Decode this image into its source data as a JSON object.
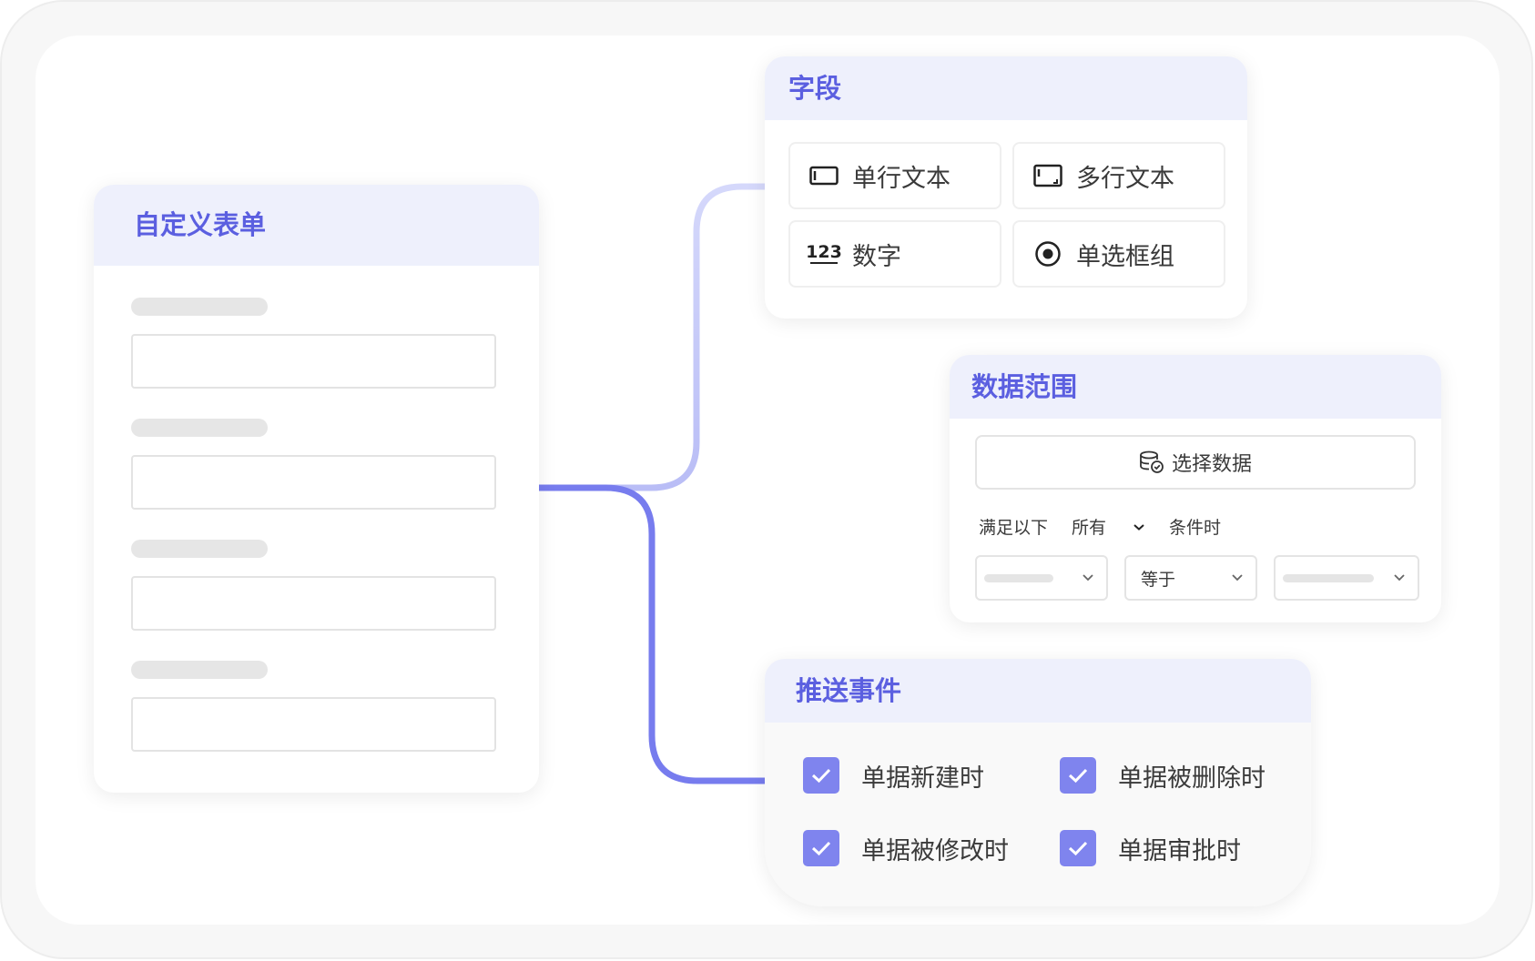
{
  "form": {
    "title": "自定义表单"
  },
  "fields": {
    "title": "字段",
    "items": [
      {
        "label": "单行文本",
        "icon": "single-line-text-icon"
      },
      {
        "label": "多行文本",
        "icon": "multi-line-text-icon"
      },
      {
        "label": "数字",
        "icon": "number-icon",
        "icon_text": "123"
      },
      {
        "label": "单选框组",
        "icon": "radio-group-icon"
      }
    ]
  },
  "scope": {
    "title": "数据范围",
    "select_label": "选择数据",
    "condition_prefix": "满足以下",
    "condition_mode": "所有",
    "condition_suffix": "条件时",
    "operator": "等于"
  },
  "events": {
    "title": "推送事件",
    "items": [
      {
        "label": "单据新建时",
        "checked": true
      },
      {
        "label": "单据被删除时",
        "checked": true
      },
      {
        "label": "单据被修改时",
        "checked": true
      },
      {
        "label": "单据审批时",
        "checked": true
      }
    ]
  },
  "colors": {
    "accent": "#5b5fe0",
    "header_bg": "#eef0fc",
    "checkbox": "#7f84ee"
  }
}
